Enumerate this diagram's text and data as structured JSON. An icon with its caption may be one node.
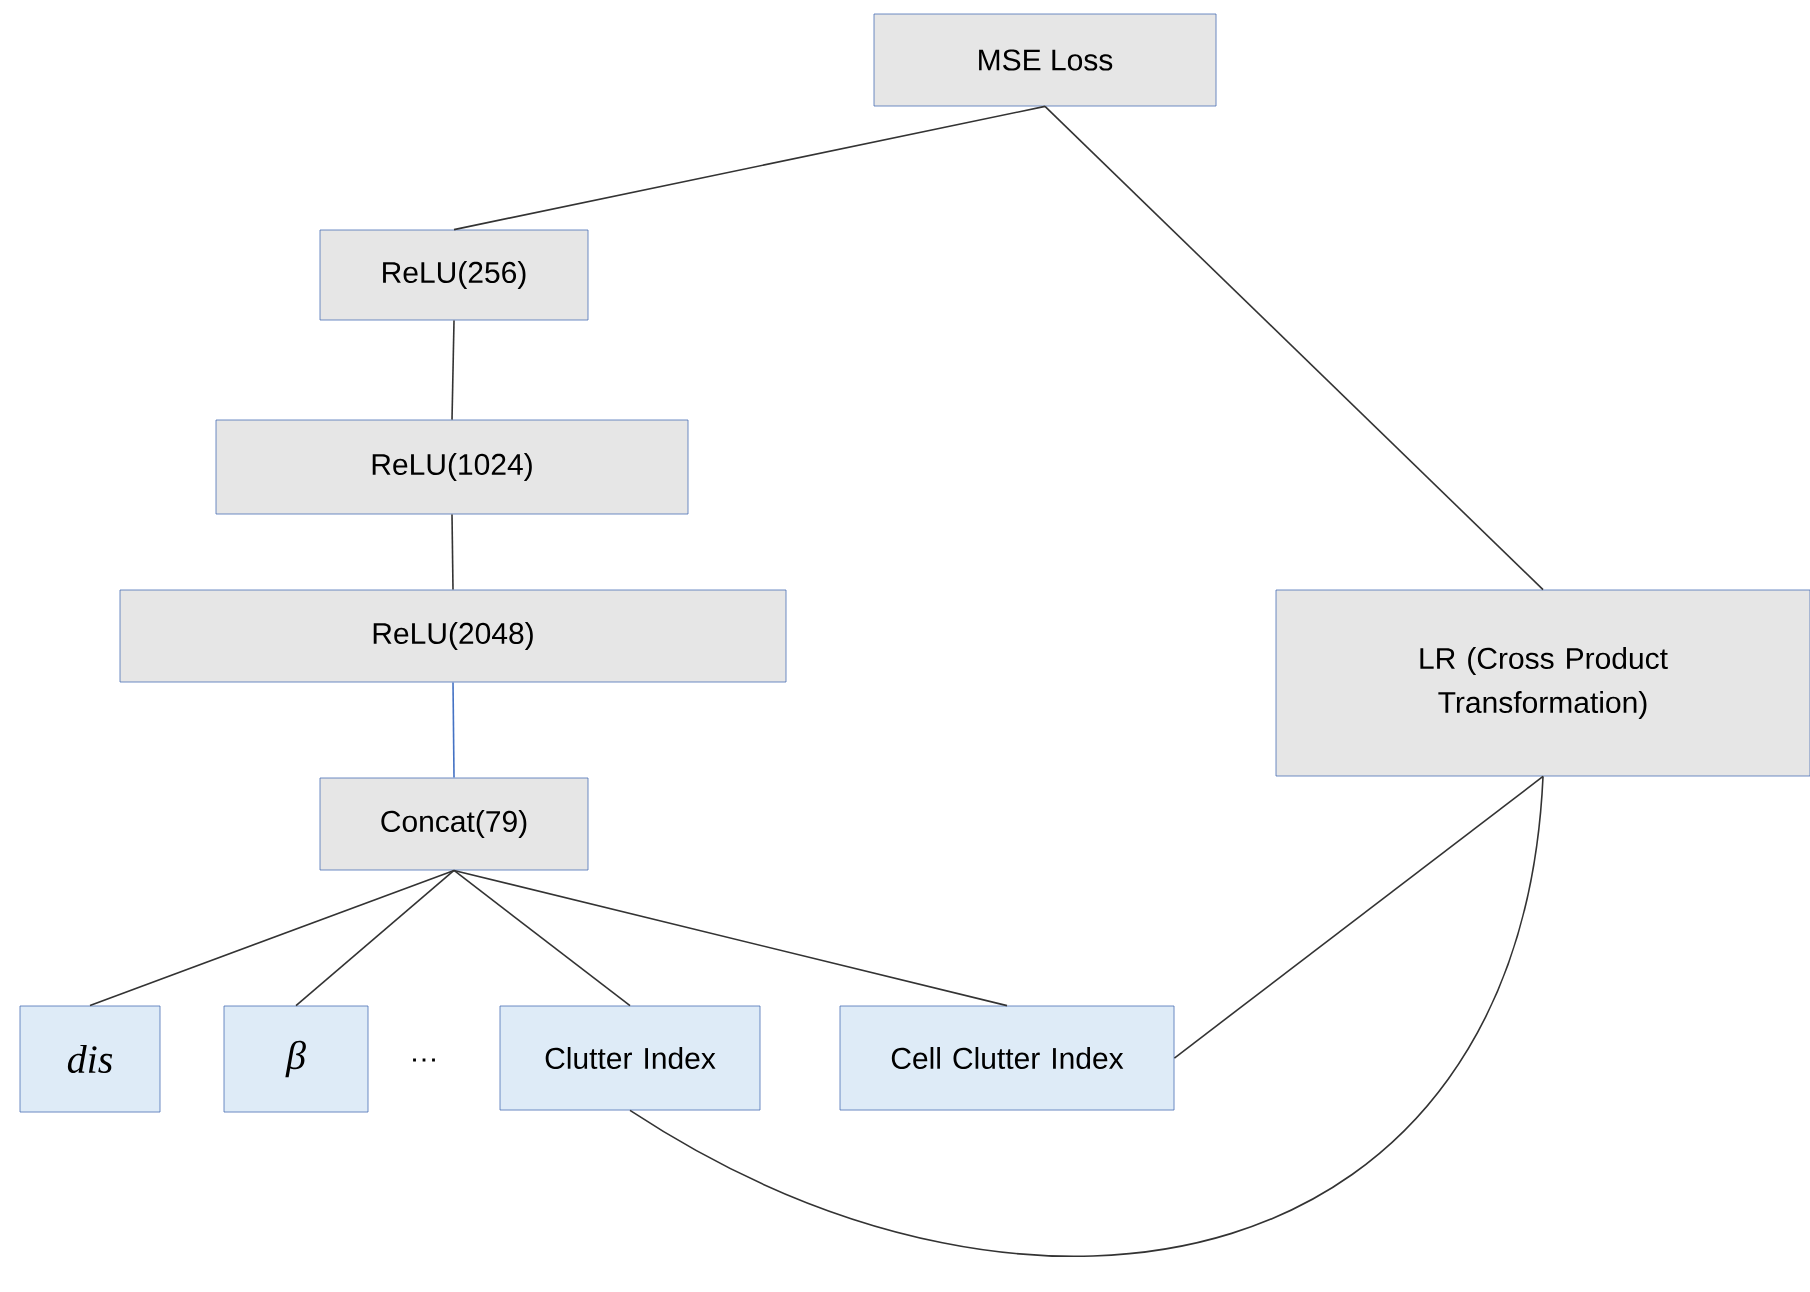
{
  "diagram": {
    "nodes": [
      {
        "text": [
          "MSE Loss"
        ]
      },
      {
        "text": [
          "ReLU(256)"
        ]
      },
      {
        "text": [
          "ReLU(1024)"
        ]
      },
      {
        "text": [
          "ReLU(2048)"
        ]
      },
      {
        "text": [
          "Concat(79)"
        ]
      },
      {
        "text": [
          "dis"
        ]
      },
      {
        "text": [
          "β"
        ]
      },
      {
        "text": [
          "Clutter Index"
        ]
      },
      {
        "text": [
          "Cell Clutter Index"
        ]
      },
      {
        "text": [
          "LR (Cross Product Transformation)"
        ]
      }
    ],
    "edges": [
      {
        "from": 0,
        "to": 1,
        "arrow": "none"
      },
      {
        "from": 0,
        "to": 9,
        "arrow": "none"
      },
      {
        "from": 1,
        "to": 2,
        "arrow": "none"
      },
      {
        "from": 2,
        "to": 3,
        "arrow": "none"
      },
      {
        "from": 3,
        "to": 4,
        "arrow": "none",
        "color": "#4472c4"
      },
      {
        "from": 4,
        "to": 5,
        "arrow": "none"
      },
      {
        "from": 4,
        "to": 6,
        "arrow": "none"
      },
      {
        "from": 4,
        "to": 7,
        "arrow": "none"
      },
      {
        "from": 4,
        "to": 8,
        "arrow": "none"
      },
      {
        "from": 8,
        "to": 9,
        "arrow": "none"
      },
      {
        "from": 7,
        "to": 9,
        "arrow": "none"
      }
    ],
    "labels": [
      "…"
    ]
  }
}
